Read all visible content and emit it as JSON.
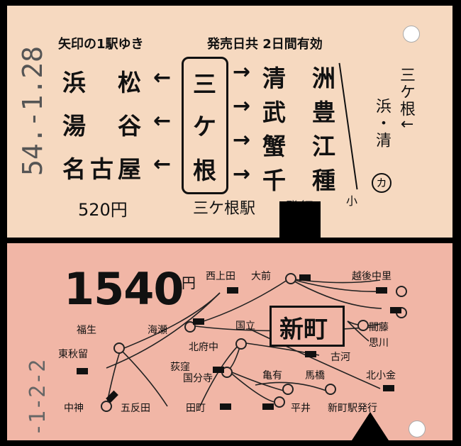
{
  "top": {
    "date_stamp": "54.-1.28",
    "header_left": "矢印の1駅ゆき",
    "header_right": "発売日共 2日間有効",
    "origin_vertical": [
      "三",
      "ケ",
      "根"
    ],
    "left_dests": [
      "浜　松",
      "湯　谷",
      "名古屋"
    ],
    "right_dests": [
      "清",
      "武",
      "蟹",
      "千"
    ],
    "right_dests2": [
      "洲",
      "豊",
      "江",
      "種"
    ],
    "side_top": "三ケ根↓",
    "side_bottom": "浜・清",
    "circle_mark": "カ",
    "small_mark": "小",
    "fare": "520円",
    "issued_at": "三ケ根駅",
    "issued_suffix": "発行"
  },
  "bottom": {
    "date_stamp": "-1-2-2",
    "fare": "1540",
    "yen": "円",
    "origin": "新町",
    "stations": {
      "nishiueda": "西上田",
      "omae": "大前",
      "echigonakazato": "越後中里",
      "fussei": "福生",
      "kaise": "海瀬",
      "kunitachi": "国立",
      "madou": "間藤",
      "omoigawa": "思川",
      "higashiakiru": "東秋留",
      "kitafuchu": "北府中",
      "furukawa": "古河",
      "ogikubo": "荻窪",
      "kokubunji": "国分寺",
      "kameari": "亀有",
      "umabashi": "馬橋",
      "kitakogane": "北小金",
      "nakagami": "中神",
      "gotanda": "五反田",
      "tamachi": "田町",
      "hirai": "平井",
      "shinmachi_issue": "新町駅発行"
    }
  },
  "colors": {
    "ticket_top": "#f6d9c0",
    "ticket_bottom": "#f1b6a6",
    "ink": "#111111"
  }
}
